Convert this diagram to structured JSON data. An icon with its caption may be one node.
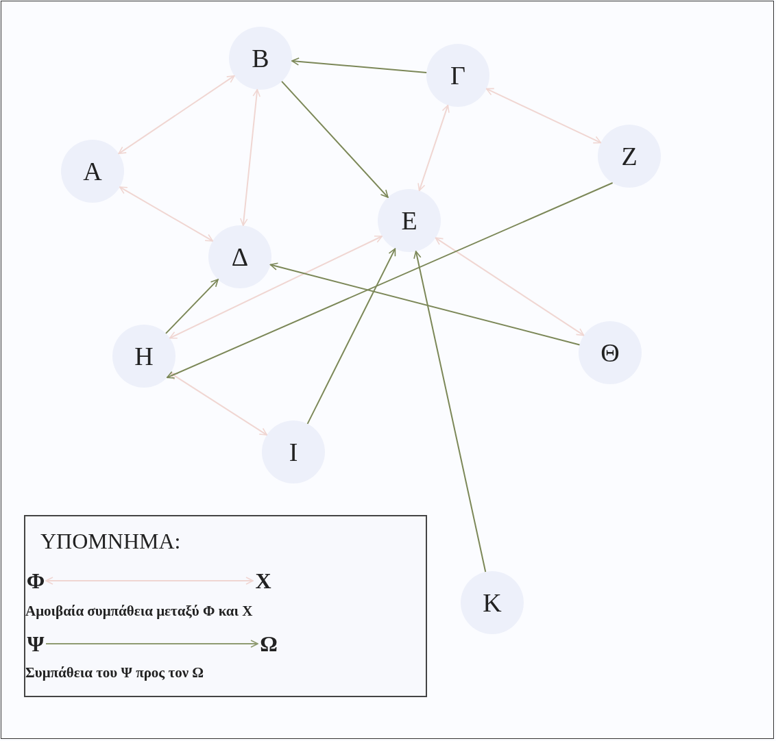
{
  "diagram": {
    "nodes": [
      {
        "text": [
          "Β"
        ]
      },
      {
        "text": [
          "Γ"
        ]
      },
      {
        "text": [
          "Α"
        ]
      },
      {
        "text": [
          "Ζ"
        ]
      },
      {
        "text": [
          "Ε"
        ]
      },
      {
        "text": [
          "Δ"
        ]
      },
      {
        "text": [
          "Η"
        ]
      },
      {
        "text": [
          "Θ"
        ]
      },
      {
        "text": [
          "Ι"
        ]
      },
      {
        "text": [
          "Κ"
        ]
      },
      {
        "text": [
          "Φ"
        ]
      },
      {
        "text": [
          "Χ"
        ]
      },
      {
        "text": [
          "Ψ"
        ]
      },
      {
        "text": [
          "Ω"
        ]
      }
    ],
    "edges": [
      {
        "from": 2,
        "to": 0,
        "arrow": "both",
        "color": "#f0d6d2"
      },
      {
        "from": 2,
        "to": 5,
        "arrow": "both",
        "color": "#f0d6d2"
      },
      {
        "from": 0,
        "to": 5,
        "arrow": "both",
        "color": "#f0d6d2"
      },
      {
        "from": 4,
        "to": 1,
        "arrow": "both",
        "color": "#f0d6d2"
      },
      {
        "from": 1,
        "to": 3,
        "arrow": "both",
        "color": "#f0d6d2"
      },
      {
        "from": 4,
        "to": 7,
        "arrow": "both",
        "color": "#f0d6d2"
      },
      {
        "from": 6,
        "to": 4,
        "arrow": "both",
        "color": "#f0d6d2"
      },
      {
        "from": 6,
        "to": 8,
        "arrow": "both",
        "color": "#f0d6d2"
      },
      {
        "from": 1,
        "to": 0,
        "arrow": "to",
        "color": "#7b8757"
      },
      {
        "from": 0,
        "to": 4,
        "arrow": "to",
        "color": "#7b8757"
      },
      {
        "from": 3,
        "to": 6,
        "arrow": "to",
        "color": "#7b8757"
      },
      {
        "from": 6,
        "to": 5,
        "arrow": "to",
        "color": "#7b8757"
      },
      {
        "from": 7,
        "to": 5,
        "arrow": "to",
        "color": "#7b8757"
      },
      {
        "from": 8,
        "to": 4,
        "arrow": "to",
        "color": "#7b8757"
      },
      {
        "from": 9,
        "to": 4,
        "arrow": "to",
        "color": "#7b8757"
      },
      {
        "from": 10,
        "to": 11,
        "arrow": "both",
        "color": "#f0d6d2"
      },
      {
        "from": 12,
        "to": 13,
        "arrow": "to",
        "color": "#8e9a70"
      }
    ],
    "labels": [
      "ΥΠΟΜΝΗΜΑ:"
    ],
    "legend": [
      {
        "text": "Αμοιβαία συμπάθεια μεταξύ Φ και Χ"
      },
      {
        "text": "Συμπάθεια του Ψ προς τον Ω"
      }
    ]
  }
}
